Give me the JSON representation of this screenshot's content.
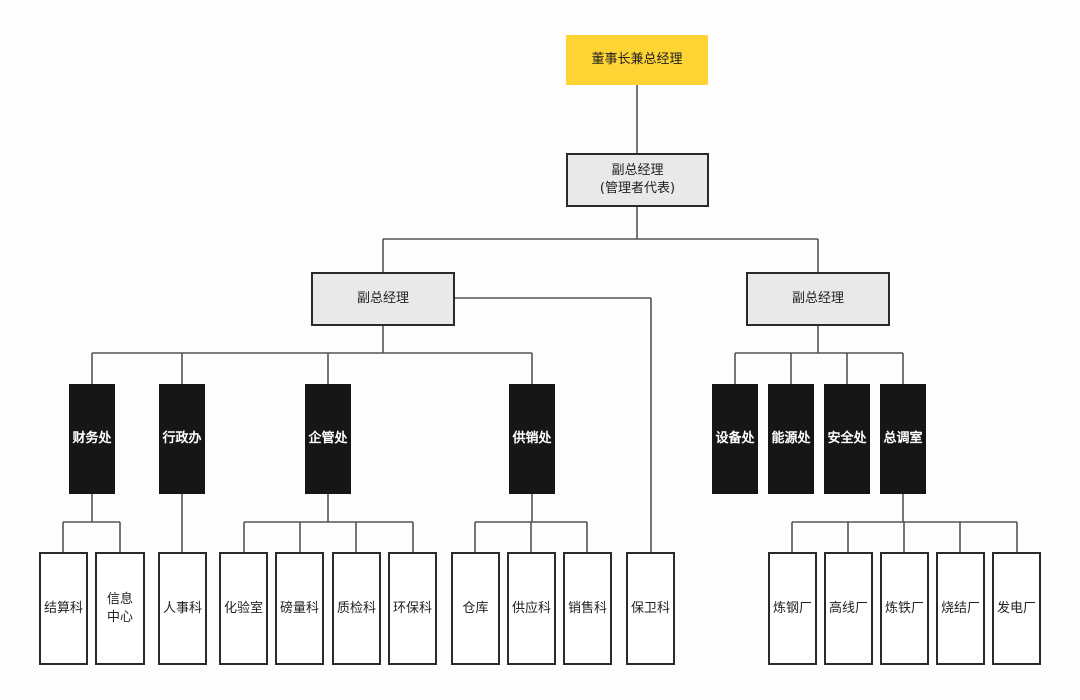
{
  "chairman": "董事长兼总经理",
  "deputy_top": {
    "title": "副总经理",
    "subtitle": "(管理者代表)"
  },
  "deputy_left": "副总经理",
  "deputy_right": "副总经理",
  "left_depts": [
    {
      "name": "财务处",
      "sections": [
        "结算科",
        "信息中心"
      ]
    },
    {
      "name": "行政办",
      "sections": [
        "人事科"
      ]
    },
    {
      "name": "企管处",
      "sections": [
        "化验室",
        "磅量科",
        "质检科",
        "环保科"
      ]
    },
    {
      "name": "供销处",
      "sections": [
        "仓库",
        "供应科",
        "销售科"
      ]
    }
  ],
  "left_direct": [
    "保卫科"
  ],
  "right_depts": [
    "设备处",
    "能源处",
    "安全处",
    "总调室"
  ],
  "plants": [
    "炼钢厂",
    "高线厂",
    "炼铁厂",
    "烧结厂",
    "发电厂"
  ]
}
